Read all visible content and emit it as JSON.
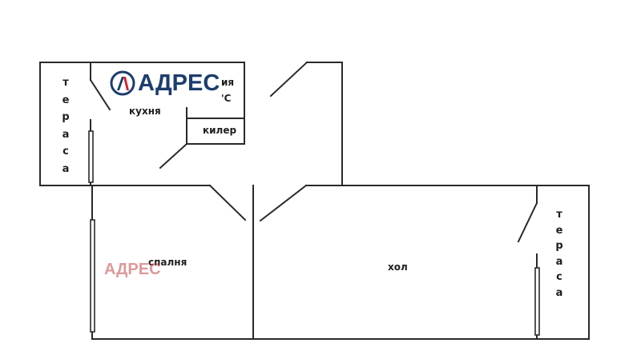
{
  "plan": {
    "rooms": {
      "kitchen": "кухня",
      "pantry": "килер",
      "bathroom_partial_line1": "ия",
      "bathroom_partial_line2": "'С",
      "bedroom": "спалня",
      "living_room": "хол"
    },
    "terraces": {
      "left": [
        "т",
        "е",
        "р",
        "а",
        "с",
        "а"
      ],
      "right": [
        "т",
        "е",
        "р",
        "а",
        "с",
        "а"
      ]
    }
  },
  "branding": {
    "logo_text": "АДРЕС",
    "watermark_text": "АДРЕС",
    "colors": {
      "logo_navy": "#1c3d6e",
      "logo_red": "#d2232a",
      "watermark_red": "#c0464a",
      "wall_line": "#2a2a2a"
    }
  }
}
